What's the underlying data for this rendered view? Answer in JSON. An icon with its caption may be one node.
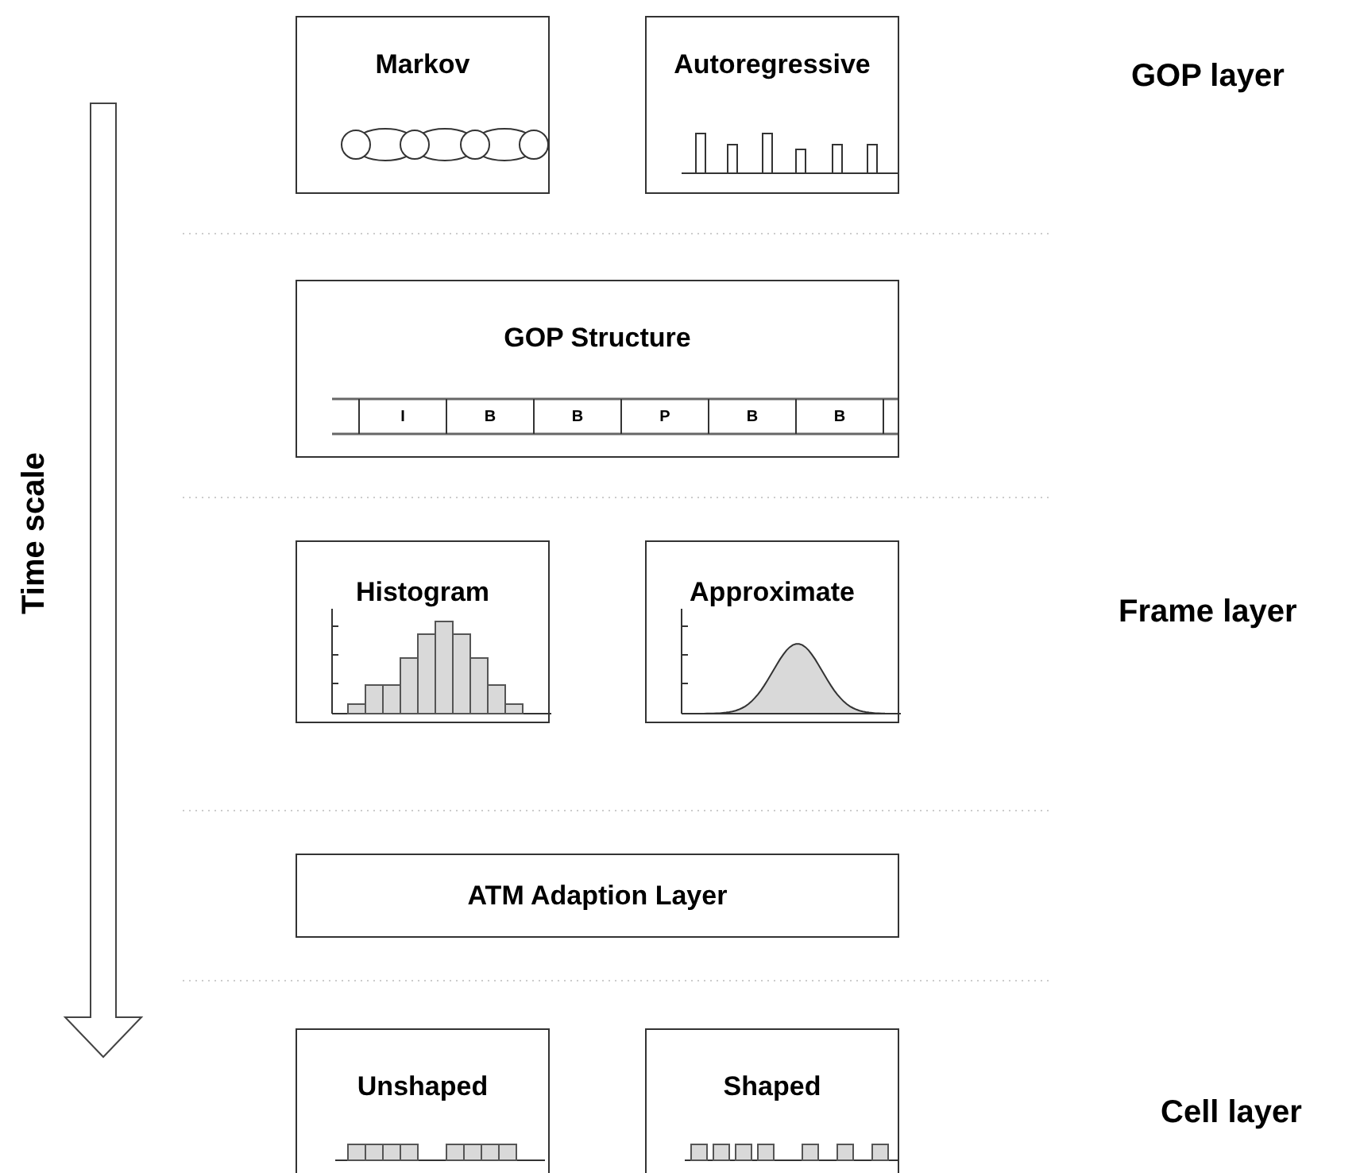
{
  "diagram": {
    "nodes": [
      {
        "text": [
          "Markov"
        ]
      },
      {
        "text": [
          "Autoregressive"
        ]
      },
      {
        "text": [
          "GOP Structure"
        ]
      },
      {
        "text": [
          "Histogram"
        ]
      },
      {
        "text": [
          "Approximate"
        ]
      },
      {
        "text": [
          "ATM Adaption Layer"
        ]
      },
      {
        "text": [
          "Unshaped"
        ]
      },
      {
        "text": [
          "Shaped"
        ]
      }
    ],
    "edges": [],
    "labels": [
      "GOP layer",
      "I",
      "B",
      "B",
      "P",
      "B",
      "B",
      "Time scale",
      "Frame layer",
      "Cell layer"
    ]
  }
}
